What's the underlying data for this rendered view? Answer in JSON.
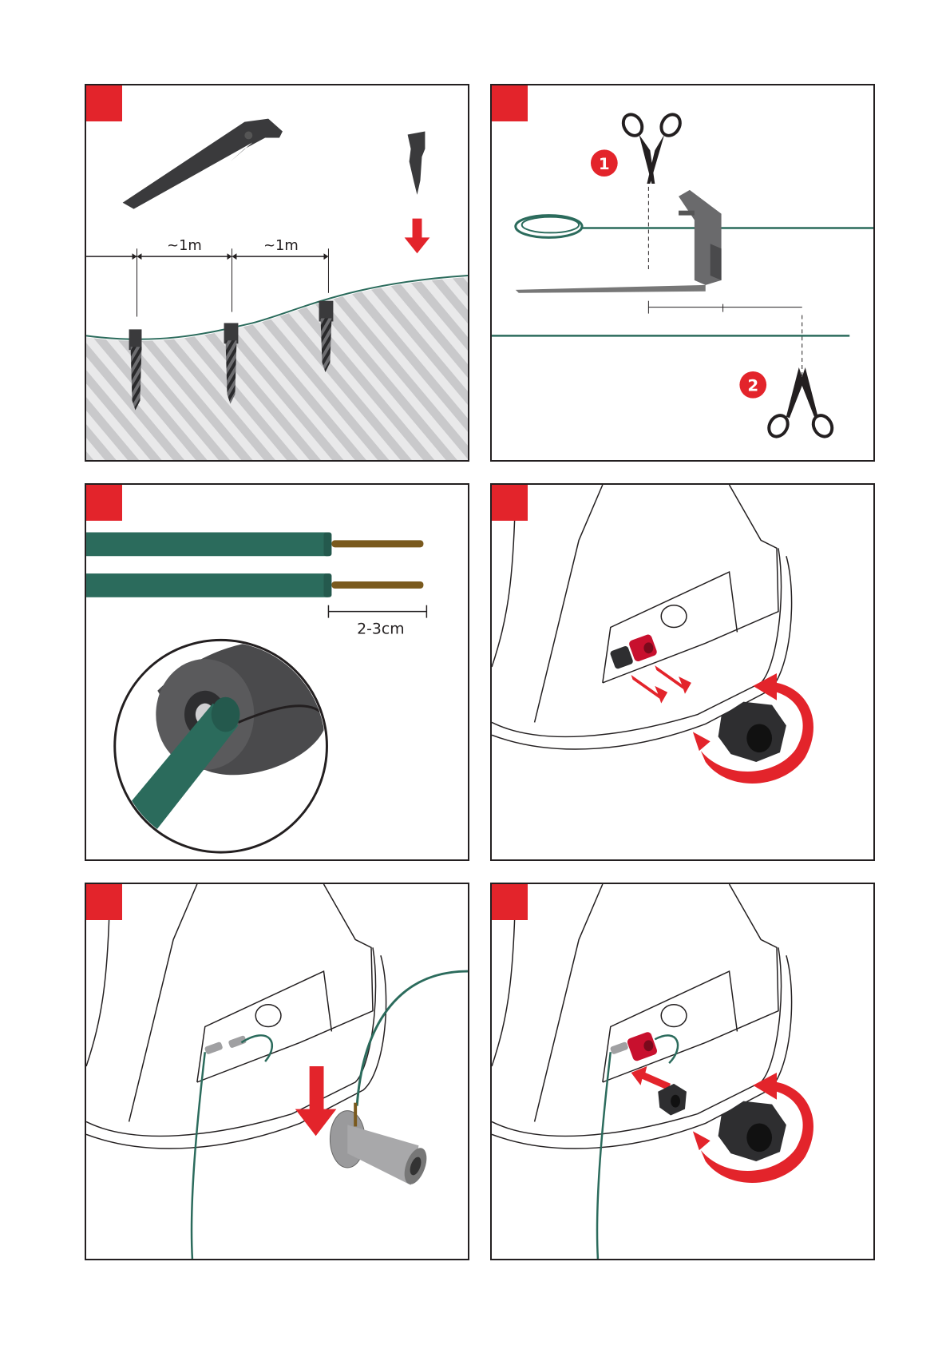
{
  "colors": {
    "accent_red": "#e3242b",
    "wire_green": "#2b6b5c",
    "frame": "#231f20",
    "peg_dark": "#3a3a3c",
    "ground_hatch": "#cfcfd1",
    "copper": "#7a5a1e"
  },
  "panel1": {
    "spacing_left": "~1m",
    "spacing_right": "~1m"
  },
  "panel2": {
    "callout_1": "1",
    "callout_2": "2"
  },
  "panel3": {
    "strip_length": "2-3cm"
  }
}
